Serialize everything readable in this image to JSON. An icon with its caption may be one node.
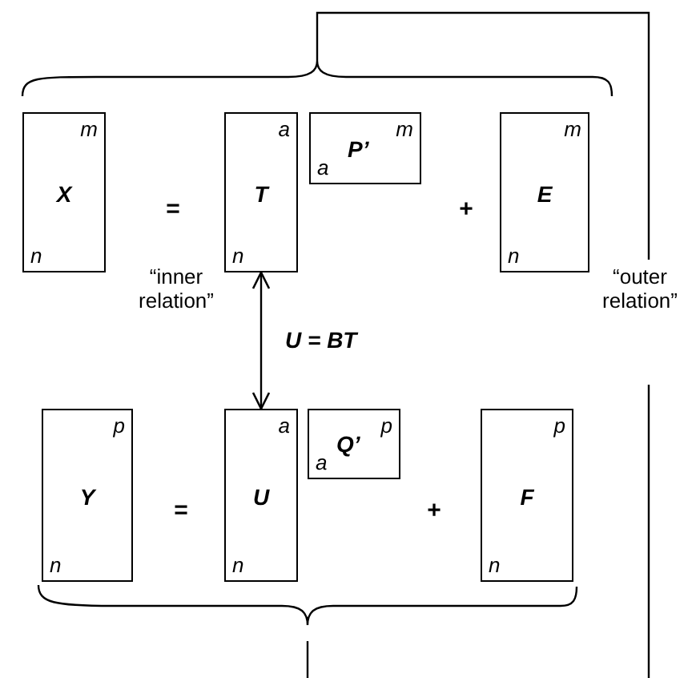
{
  "diagram": {
    "nodes": [
      {
        "text": [
          "m",
          "X",
          "n"
        ]
      },
      {
        "text": [
          "a",
          "T",
          "n"
        ]
      },
      {
        "text": [
          "a",
          "P’",
          "m"
        ]
      },
      {
        "text": [
          "m",
          "E",
          "n"
        ]
      },
      {
        "text": [
          "p",
          "Y",
          "n"
        ]
      },
      {
        "text": [
          "a",
          "U",
          "n"
        ]
      },
      {
        "text": [
          "a",
          "Q’",
          "p"
        ]
      },
      {
        "text": [
          "p",
          "F",
          "n"
        ]
      }
    ],
    "edges": [
      {
        "from": 1,
        "to": 5,
        "arrow": "both",
        "label": "U = BT"
      }
    ],
    "labels": [
      "=",
      "+",
      "“inner relation”",
      "“outer relation”",
      "=",
      "+"
    ]
  }
}
